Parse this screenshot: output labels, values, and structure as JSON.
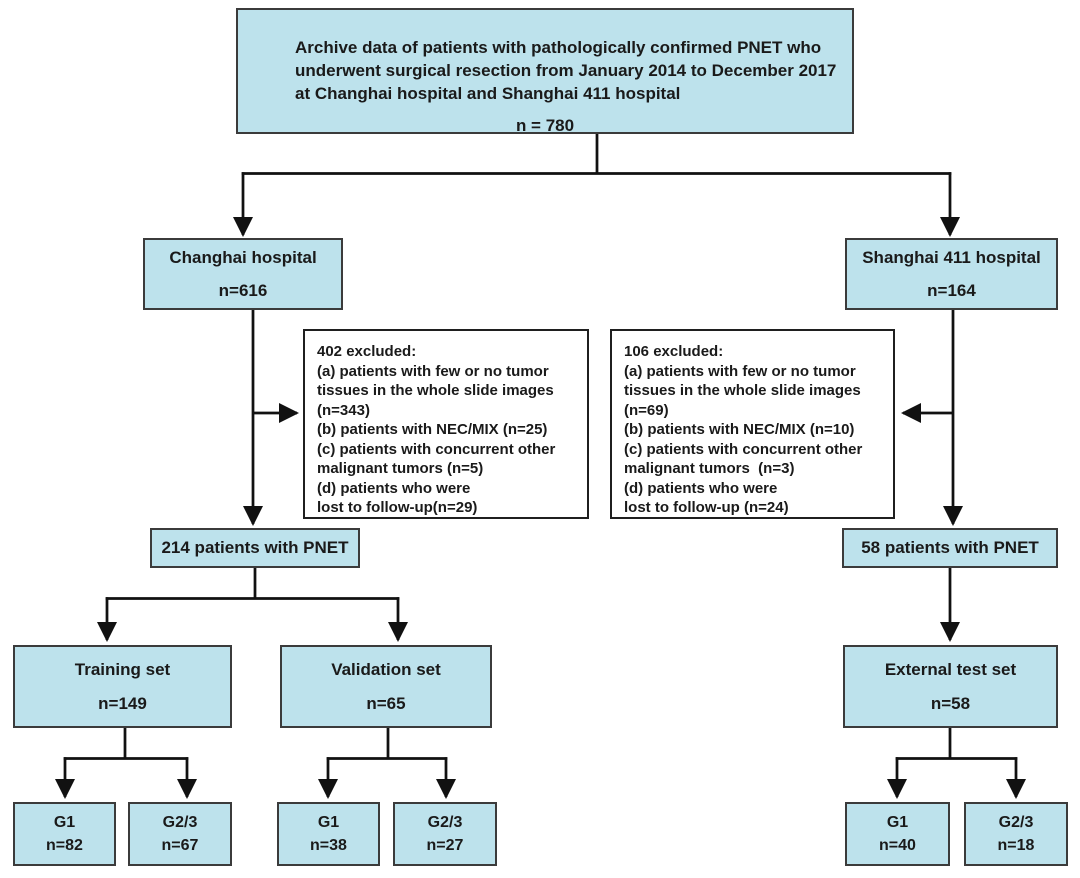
{
  "colors": {
    "box_fill": "#bde2ec",
    "box_border": "#3b3b3b",
    "exclusion_border": "#1f1f1f",
    "connector": "#111111",
    "text": "#1a1a1a"
  },
  "diagram": {
    "archive": {
      "line1": "Archive data of patients with pathologically confirmed PNET who",
      "line2": "underwent surgical resection from January 2014 to December 2017",
      "line3": "at Changhai hospital and Shanghai 411 hospital",
      "count": "n = 780"
    },
    "cohorts": {
      "changhai": {
        "title": "Changhai hospital",
        "count": "n=616"
      },
      "shanghai": {
        "title": "Shanghai 411 hospital",
        "count": "n=164"
      }
    },
    "exclusions": {
      "left": {
        "lines": [
          "402 excluded:",
          "(a) patients with few or no tumor",
          "tissues in the whole slide images",
          "(n=343)",
          "(b) patients with NEC/MIX (n=25)",
          "(c) patients with concurrent other",
          "malignant tumors (n=5)",
          "(d) patients who were",
          "lost to follow-up(n=29)"
        ]
      },
      "right": {
        "lines": [
          "106 excluded:",
          "(a) patients with few or no tumor",
          "tissues in the whole slide images",
          "(n=69)",
          "(b) patients with NEC/MIX (n=10)",
          "(c) patients with concurrent other",
          "malignant tumors  (n=3)",
          "(d) patients who were",
          "lost to follow-up (n=24)"
        ]
      }
    },
    "included": {
      "left": "214 patients with PNET",
      "right": "58 patients with PNET"
    },
    "splits": {
      "training": {
        "title": "Training set",
        "count": "n=149"
      },
      "validation": {
        "title": "Validation set",
        "count": "n=65"
      },
      "external": {
        "title": "External test set",
        "count": "n=58"
      }
    },
    "grades": {
      "training_g1": {
        "title": "G1",
        "count": "n=82"
      },
      "training_g23": {
        "title": "G2/3",
        "count": "n=67"
      },
      "validation_g1": {
        "title": "G1",
        "count": "n=38"
      },
      "validation_g23": {
        "title": "G2/3",
        "count": "n=27"
      },
      "external_g1": {
        "title": "G1",
        "count": "n=40"
      },
      "external_g23": {
        "title": "G2/3",
        "count": "n=18"
      }
    }
  }
}
